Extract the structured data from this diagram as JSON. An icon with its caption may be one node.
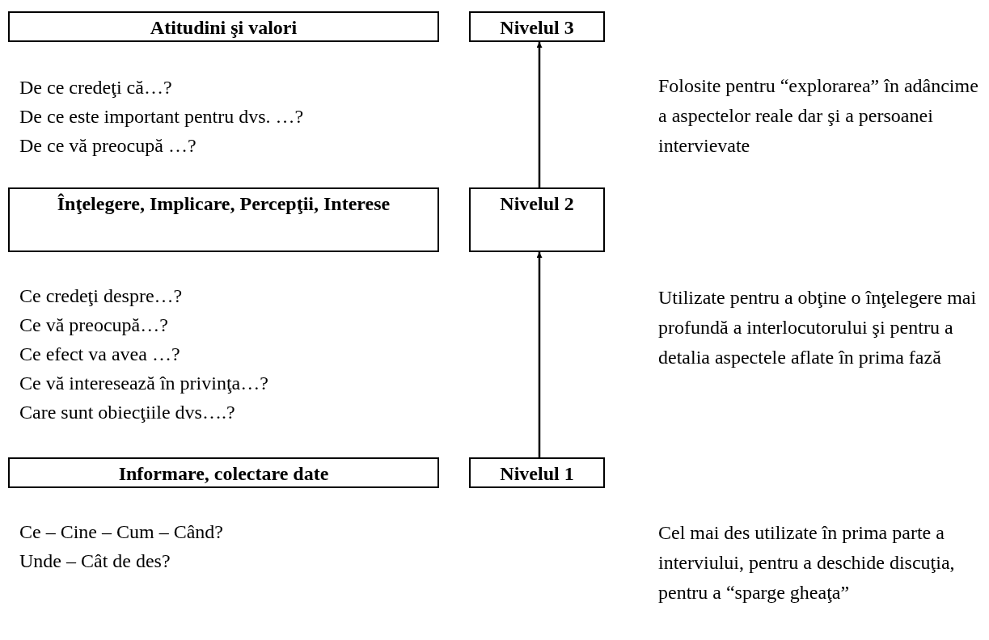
{
  "diagram": {
    "nodes": [
      {
        "text": [
          "Atitudini şi valori"
        ]
      },
      {
        "text": [
          "Nivelul 3"
        ]
      },
      {
        "text": [
          "Înţelegere, Implicare, Percepţii, Interese"
        ]
      },
      {
        "text": [
          "Nivelul 2"
        ]
      },
      {
        "text": [
          "Informare, colectare date"
        ]
      },
      {
        "text": [
          "Nivelul 1"
        ]
      }
    ],
    "edges": [
      {
        "from": 5,
        "to": 3,
        "arrow": "to"
      },
      {
        "from": 3,
        "to": 1,
        "arrow": "to"
      }
    ],
    "labels": [
      "De ce credeţi că…?",
      "De ce este important pentru dvs. …?",
      "De ce vă preocupă …?",
      "Folosite pentru “explorarea” în adâncime a aspectelor reale dar şi a persoanei intervievate",
      "Ce credeţi despre…?",
      "Ce vă preocupă…?",
      "Ce efect va avea …?",
      "Ce vă interesează în privinţa…?",
      "Care sunt obiecţiile dvs….?",
      "Utilizate pentru a obţine o înţelegere mai profundă a interlocutorului şi pentru a detalia aspectele aflate în prima fază",
      "Ce – Cine – Cum – Când?",
      "Unde – Cât de des?",
      "Cel mai des utilizate în prima parte a interviului, pentru a deschide discuţia, pentru a “sparge gheaţa”"
    ]
  }
}
